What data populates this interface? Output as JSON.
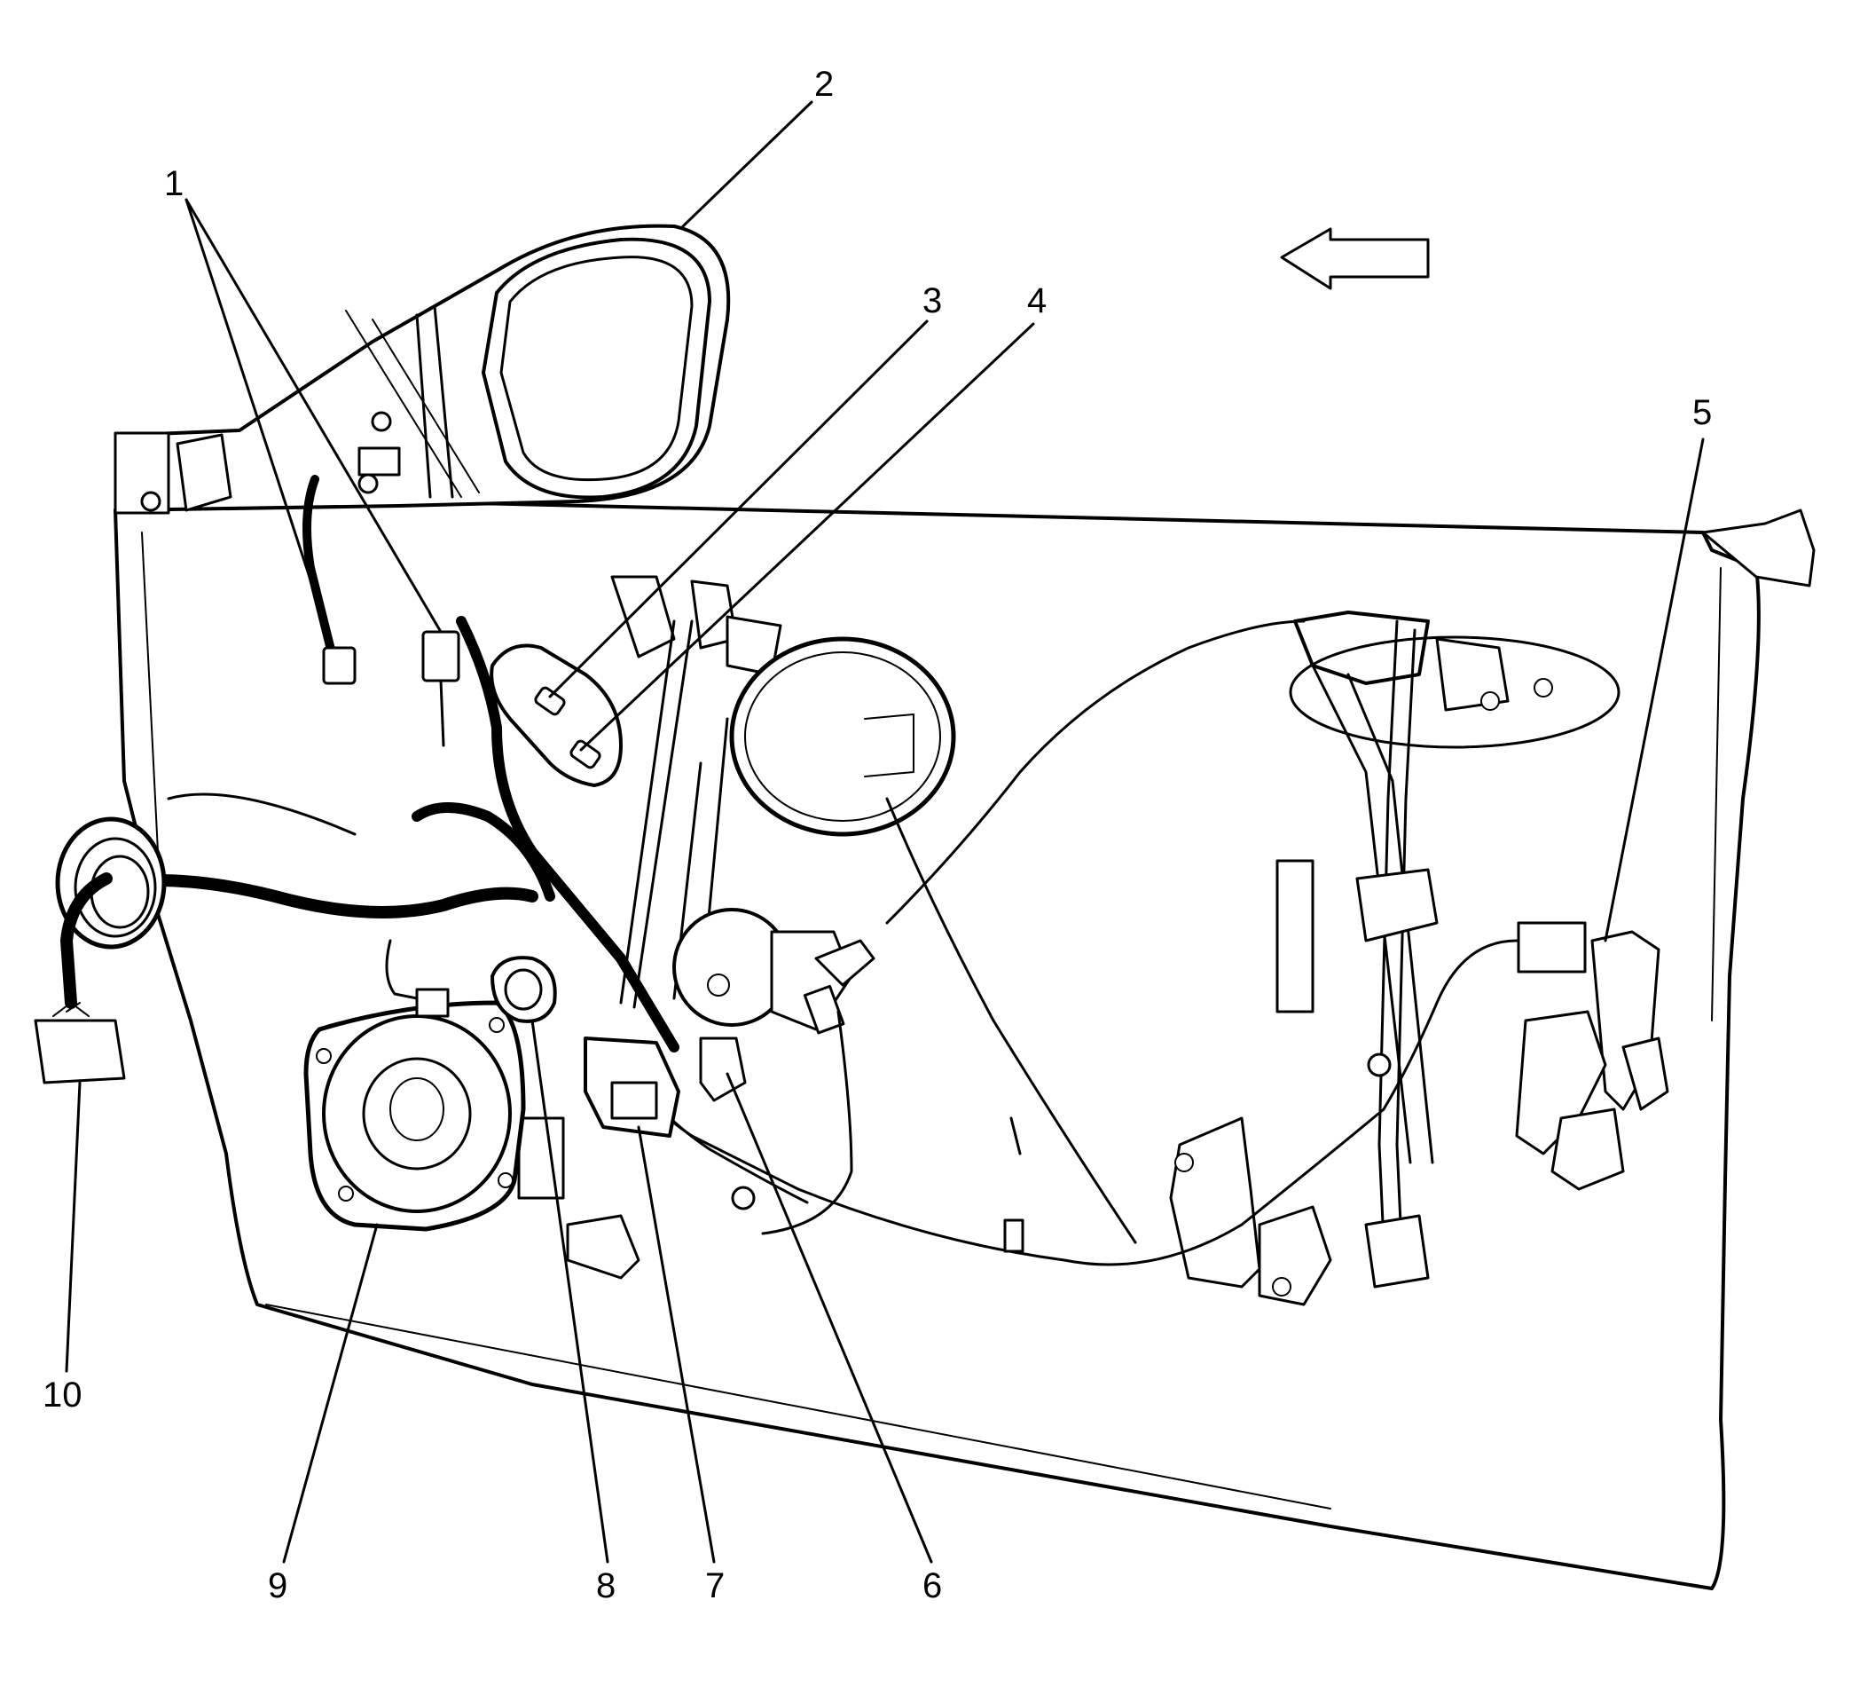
{
  "callouts": [
    {
      "id": "1",
      "label": "1"
    },
    {
      "id": "2",
      "label": "2"
    },
    {
      "id": "3",
      "label": "3"
    },
    {
      "id": "4",
      "label": "4"
    },
    {
      "id": "5",
      "label": "5"
    },
    {
      "id": "6",
      "label": "6"
    },
    {
      "id": "7",
      "label": "7"
    },
    {
      "id": "8",
      "label": "8"
    },
    {
      "id": "9",
      "label": "9"
    },
    {
      "id": "10",
      "label": "10"
    }
  ],
  "direction_arrow": {
    "icon": "arrow-left-icon"
  },
  "colors": {
    "ink": "#000000",
    "paper": "#ffffff"
  }
}
